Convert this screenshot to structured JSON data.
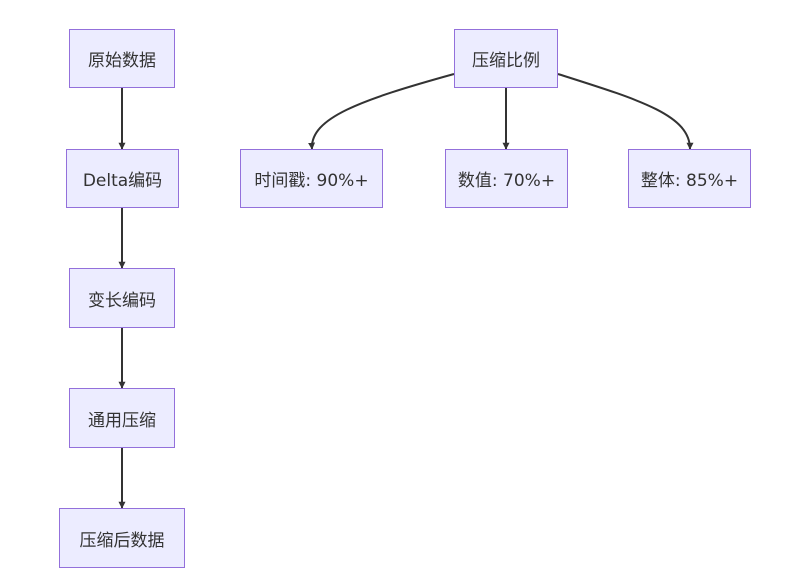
{
  "left_flow": {
    "raw_data": "原始数据",
    "delta_encoding": "Delta编码",
    "varlen_encoding": "变长编码",
    "general_compression": "通用压缩",
    "compressed_data": "压缩后数据"
  },
  "ratio_tree": {
    "root": "压缩比例",
    "timestamp": "时间戳: 90%+",
    "value": "数值: 70%+",
    "overall": "整体: 85%+"
  },
  "colors": {
    "node_fill": "#ececff",
    "node_border": "#9370db",
    "edge": "#333333",
    "text": "#333333"
  }
}
